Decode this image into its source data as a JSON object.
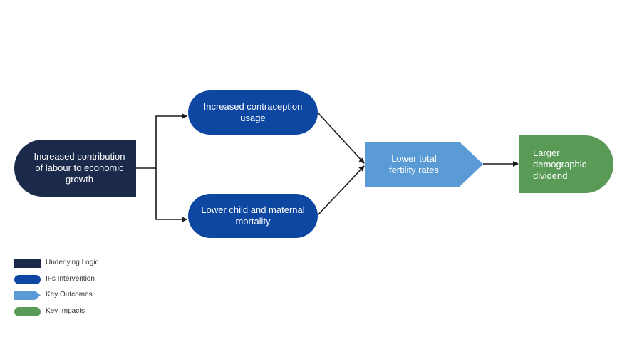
{
  "nodes": {
    "underlying_logic": "Increased contribution\nof labour to economic\ngrowth",
    "contraception": "Increased contraception\nusage",
    "mortality": "Lower child and maternal\nmortality",
    "fertility": "Lower total\nfertility rates",
    "dividend": "Larger\ndemographic\ndividend"
  },
  "legend": [
    {
      "label": "Underlying Logic",
      "color": "#1b2a4a"
    },
    {
      "label": "IFs Intervention",
      "color": "#0d47a1"
    },
    {
      "label": "Key Outcomes",
      "color": "#5b9bd5"
    },
    {
      "label": "Key Impacts",
      "color": "#5a9a57"
    }
  ],
  "colors": {
    "underlying_logic": "#1b2a4a",
    "intervention": "#0d47a1",
    "outcome": "#5b9bd5",
    "impact": "#5a9a57",
    "connector": "#1a1a1a"
  }
}
